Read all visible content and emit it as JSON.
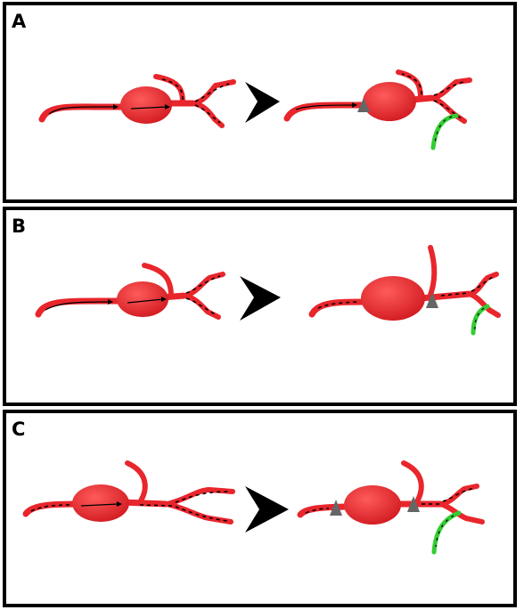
{
  "panels": [
    {
      "label": "A"
    },
    {
      "label": "B"
    },
    {
      "label": "C"
    }
  ],
  "colors": {
    "neuron": "#e8262c",
    "neuron_dark": "#b81a1f",
    "new_branch": "#33cc33",
    "cone": "#666666",
    "arrow": "#000000",
    "border": "#000000"
  }
}
